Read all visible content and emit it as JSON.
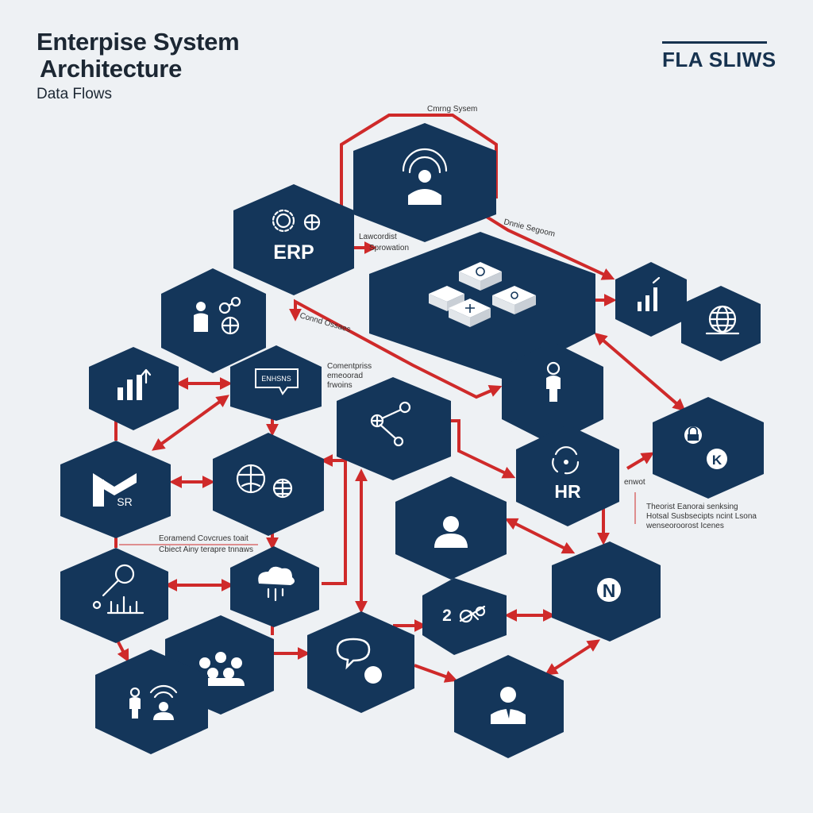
{
  "header": {
    "title_line1": "Enterpise System",
    "title_line2": "Architecture",
    "subtitle": "Data Flows",
    "brand": "FLA SLIWS"
  },
  "nodes": {
    "erp": "ERP",
    "hr": "HR",
    "sr": "SR",
    "k": "K",
    "n": "N",
    "badge": "ENHSNS",
    "two": "2"
  },
  "annotations": {
    "top": "Cmrng Sysem",
    "diag": "Dnnie Segoom",
    "erp_side_1": "Lawcordist",
    "erp_side_2": "Sprowation",
    "lower_left": "Connd Ossaes",
    "mid_1": "Comentpriss",
    "mid_2": "emeoorad",
    "mid_3": "frwoins",
    "left_1": "Eoramend Covcrues toait",
    "left_2": "Cbiect Ainy terapre tnnaws",
    "right_small": "enwot",
    "right_1": "Theorist Eanorai senksing",
    "right_2": "Hotsal Susbsecipts ncint Lsona",
    "right_3": "wenseoroorost Icenes"
  },
  "colors": {
    "node": "#14365a",
    "connector": "#cf2a2a",
    "background": "#eef1f4",
    "title": "#1c2733"
  },
  "icons": [
    "person-broadcast-icon",
    "gear-globe-icon",
    "server-blocks-icon",
    "bar-chart-icon",
    "globe-icon",
    "people-network-icon",
    "chat-bubble-icon",
    "person-icon",
    "network-nodes-icon",
    "cycle-arrows-icon",
    "lock-icon",
    "map-icon",
    "shield-globe-icon",
    "user-icon",
    "search-gear-icon",
    "cloud-icon",
    "team-icon",
    "person-wifi-icon",
    "chat-icon",
    "bike-icon",
    "person-tie-icon"
  ]
}
